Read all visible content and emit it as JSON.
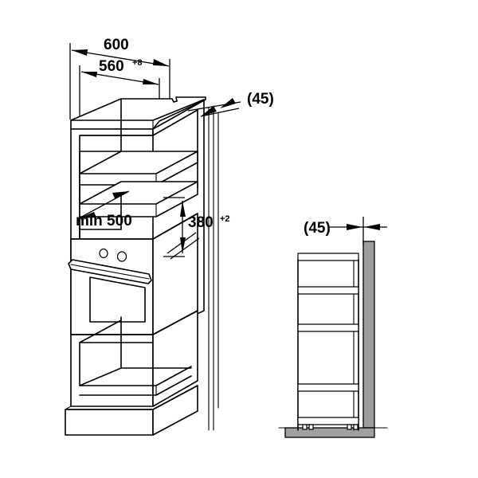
{
  "drawing": {
    "title": "Built-in oven niche installation drawing",
    "background_color": "#ffffff",
    "line_color": "#000000",
    "wall_color": "#9d9d9d",
    "floor_color": "#a0a0a0",
    "units": "mm"
  },
  "dimensions": {
    "width_outer": {
      "value": "600",
      "tolerance": "",
      "name": "cabinet-outer-width"
    },
    "width_niche": {
      "value": "560",
      "tolerance": "+8",
      "name": "niche-width"
    },
    "depth_min": {
      "value": "min 500",
      "tolerance": "",
      "name": "minimum-depth"
    },
    "height_niche": {
      "value": "380",
      "tolerance": "+2",
      "name": "niche-height"
    },
    "gap_front_left": {
      "value": "(45)",
      "tolerance": "",
      "name": "front-gap-iso"
    },
    "gap_front_right": {
      "value": "(45)",
      "tolerance": "",
      "name": "front-gap-side"
    }
  },
  "views": {
    "isometric": {
      "name": "isometric-cabinet-view",
      "parts": [
        "top-panel",
        "upper-niche",
        "middle-shelf",
        "oven-appliance",
        "lower-compartment",
        "plinth"
      ]
    },
    "side_section": {
      "name": "side-section-view",
      "parts": [
        "top-shelf-board",
        "upper-shelf-board",
        "middle-shelf-board",
        "lower-shelf-board",
        "bottom-board",
        "back-wall",
        "floor",
        "legs"
      ]
    }
  },
  "appliance": {
    "name": "built-in-oven",
    "controls": [
      "knob-left",
      "knob-right"
    ],
    "handle": "oven-door-handle",
    "window": "oven-door-window"
  }
}
